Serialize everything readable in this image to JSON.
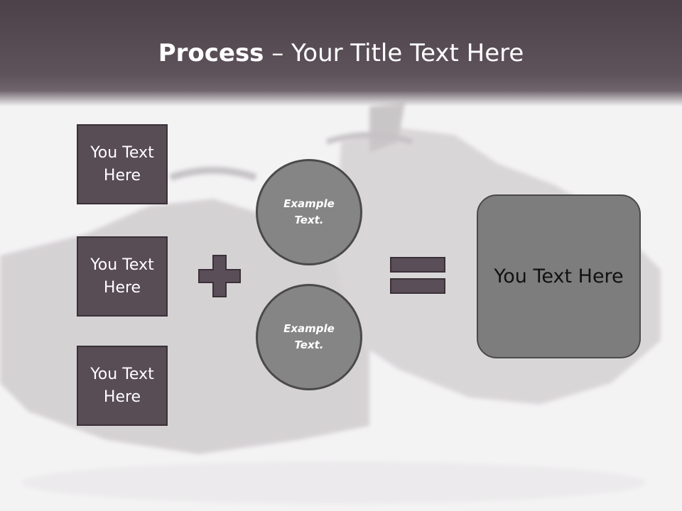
{
  "slide": {
    "title_bold": "Process",
    "title_rest": " – Your Title Text Here"
  },
  "left_boxes": [
    {
      "label": "You Text Here"
    },
    {
      "label": "You Text Here"
    },
    {
      "label": "You Text Here"
    }
  ],
  "circles": [
    {
      "label": "Example Text."
    },
    {
      "label": "Example Text."
    }
  ],
  "result": {
    "label": "You Text Here"
  },
  "colors": {
    "header": "#584c57",
    "box_fill": "#584c55",
    "circle_fill": "#858585",
    "result_fill": "#7d7d7d",
    "operator": "#5a4e58"
  },
  "icons": [
    "plus-icon",
    "equals-icon"
  ]
}
